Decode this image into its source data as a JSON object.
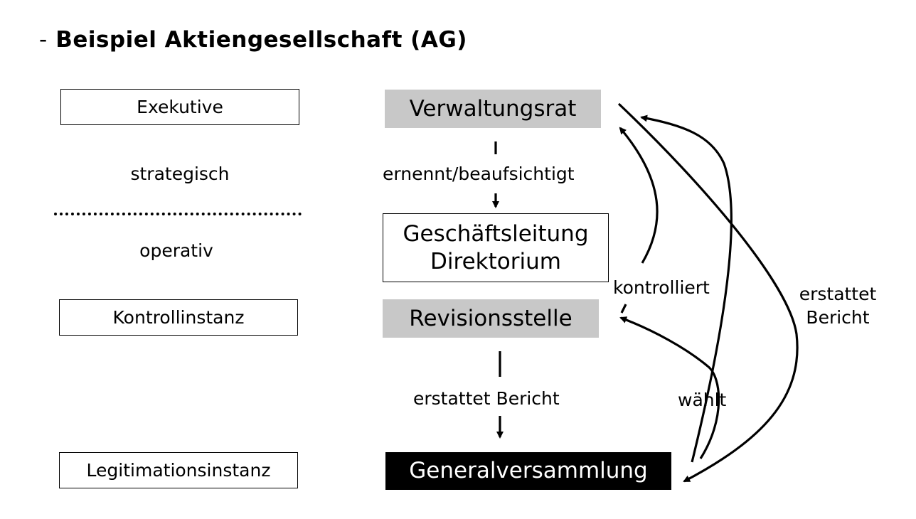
{
  "title": {
    "dash": "-",
    "text": "Beispiel Aktiengesellschaft (AG)"
  },
  "left": {
    "exekutive": "Exekutive",
    "strategisch": "strategisch",
    "operativ": "operativ",
    "kontrollinstanz": "Kontrollinstanz",
    "legitimationsinstanz": "Legitimationsinstanz"
  },
  "center": {
    "verwaltungsrat": "Verwaltungsrat",
    "ernennt": "ernennt/beaufsichtigt",
    "geschaeftsleitung_line1": "Geschäftsleitung",
    "geschaeftsleitung_line2": "Direktorium",
    "revisionsstelle": "Revisionsstelle",
    "erstattet_bericht": "erstattet Bericht",
    "generalversammlung": "Generalversammlung"
  },
  "right": {
    "kontrolliert": "kontrolliert",
    "waehlt": "wählt",
    "erstattet_line1": "erstattet",
    "erstattet_line2": "Bericht"
  },
  "colors": {
    "gray_box": "#c8c8c8",
    "black_box": "#000000"
  }
}
